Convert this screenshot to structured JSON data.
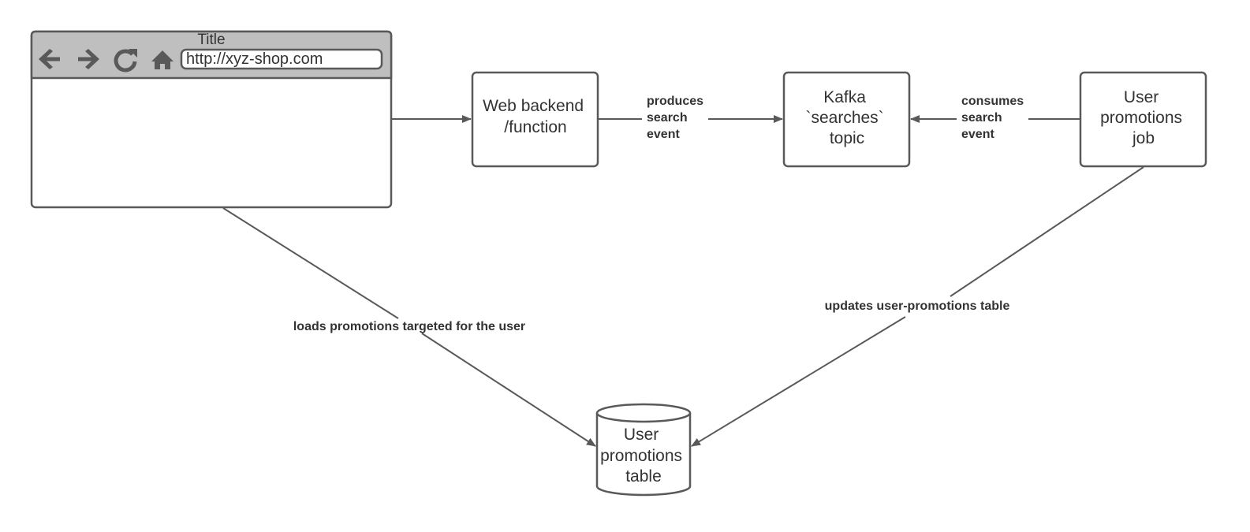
{
  "browser": {
    "title": "Title",
    "url": "http://xyz-shop.com",
    "icons": [
      "back-arrow-icon",
      "forward-arrow-icon",
      "reload-icon",
      "home-icon"
    ]
  },
  "nodes": {
    "web_backend": [
      "Web backend",
      "/function"
    ],
    "kafka_topic": [
      "Kafka",
      "`searches`",
      "topic"
    ],
    "promotions_job": [
      "User",
      "promotions",
      "job"
    ],
    "promotions_table": [
      "User",
      "promotions",
      "table"
    ]
  },
  "edges": {
    "produces": [
      "produces",
      "search",
      "event"
    ],
    "consumes": [
      "consumes",
      "search",
      "event"
    ],
    "loads": "loads promotions targeted for the user",
    "updates": "updates user-promotions table"
  },
  "colors": {
    "stroke": "#595959",
    "text": "#333333",
    "browser_chrome": "#bfbfbf"
  }
}
